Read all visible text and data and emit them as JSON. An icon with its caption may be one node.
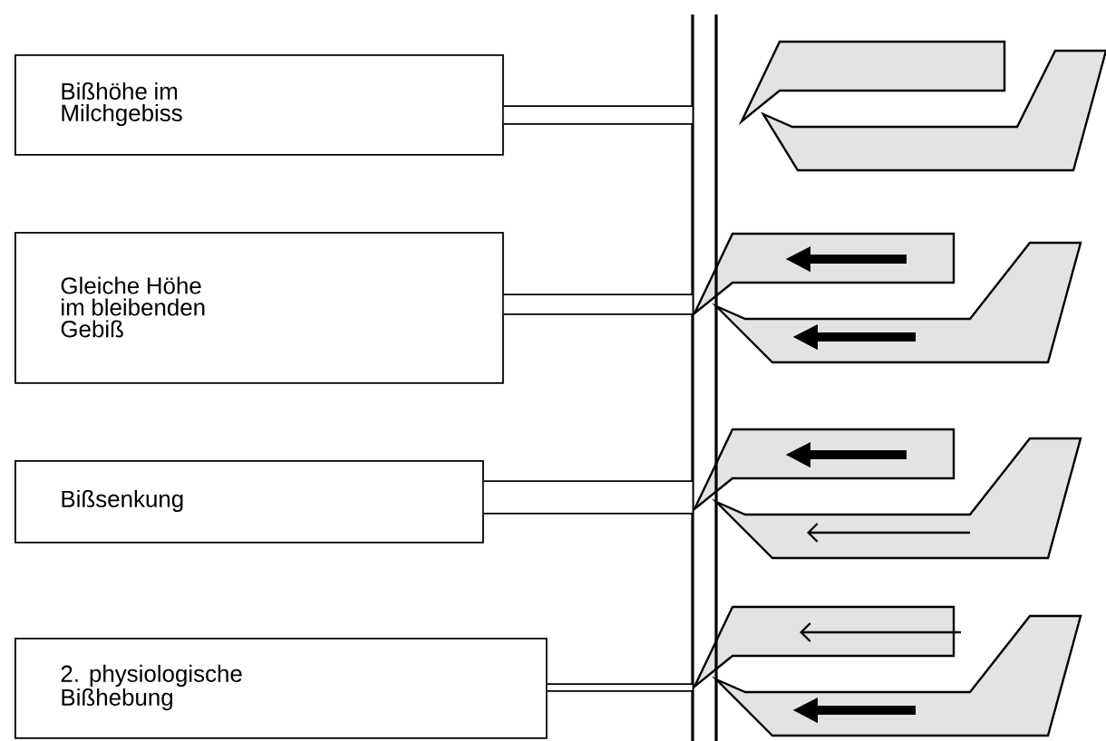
{
  "diagram": {
    "nodes": [
      {
        "text": [
          "Bißhöhe im Milchgebiss"
        ]
      },
      {
        "text": [
          "Gleiche Höhe im bleibenden Gebiß"
        ]
      },
      {
        "text": [
          "Bißsenkung"
        ]
      },
      {
        "text": [
          "2. physiologische Bißhebung"
        ]
      },
      {
        "text": [],
        "shape": "bar"
      }
    ],
    "edges": [
      {
        "from": 0,
        "to": 4,
        "arrow": "none"
      },
      {
        "from": 1,
        "to": 4,
        "arrow": "none"
      },
      {
        "from": 2,
        "to": 4,
        "arrow": "none"
      },
      {
        "from": 3,
        "to": 4,
        "arrow": "none"
      }
    ]
  }
}
